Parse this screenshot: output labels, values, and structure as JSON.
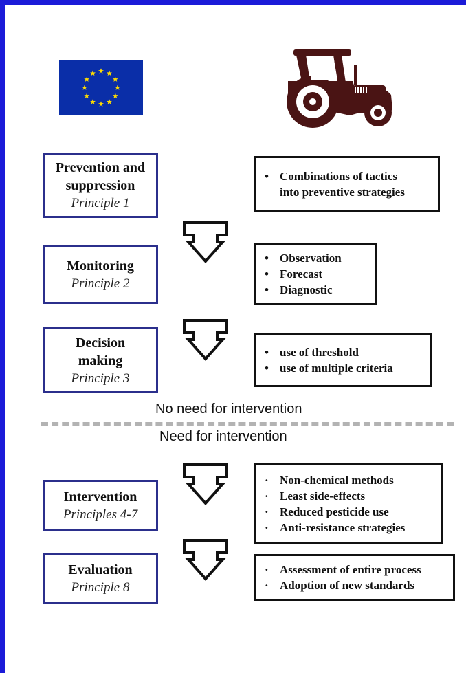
{
  "steps": [
    {
      "title": "Prevention and suppression",
      "title_line1": "Prevention and",
      "title_line2": "suppression",
      "principle": "Principle 1"
    },
    {
      "title": "Monitoring",
      "principle": "Principle 2"
    },
    {
      "title_line1": "Decision",
      "title_line2": "making",
      "principle": "Principle 3"
    },
    {
      "title": "Intervention",
      "principle": "Principles 4-7"
    },
    {
      "title": "Evaluation",
      "principle": "Principle 8"
    }
  ],
  "details": [
    {
      "bullet": "•",
      "items": [
        "Combinations of tactics",
        "into preventive strategies"
      ]
    },
    {
      "bullet": "•",
      "items": [
        "Observation",
        "Forecast",
        "Diagnostic"
      ]
    },
    {
      "bullet": "•",
      "items": [
        "use of threshold",
        "use of multiple criteria"
      ]
    },
    {
      "bullet": "·",
      "items": [
        "Non-chemical methods",
        "Least side-effects",
        "Reduced pesticide use",
        "Anti-resistance strategies"
      ]
    },
    {
      "bullet": "·",
      "items": [
        "Assessment of entire process",
        "Adoption of new standards"
      ]
    }
  ],
  "divider": {
    "above": "No need for intervention",
    "below": "Need for intervention"
  },
  "colors": {
    "frame": "#1b1bd8",
    "principle_border": "#2b2f8c",
    "eu_blue": "#0a2ea8",
    "eu_star": "#ffdd00",
    "tractor": "#4a1414",
    "divider": "#b3b3b3"
  },
  "icons": [
    "eu-flag-icon",
    "tractor-icon",
    "down-arrow-icon"
  ]
}
